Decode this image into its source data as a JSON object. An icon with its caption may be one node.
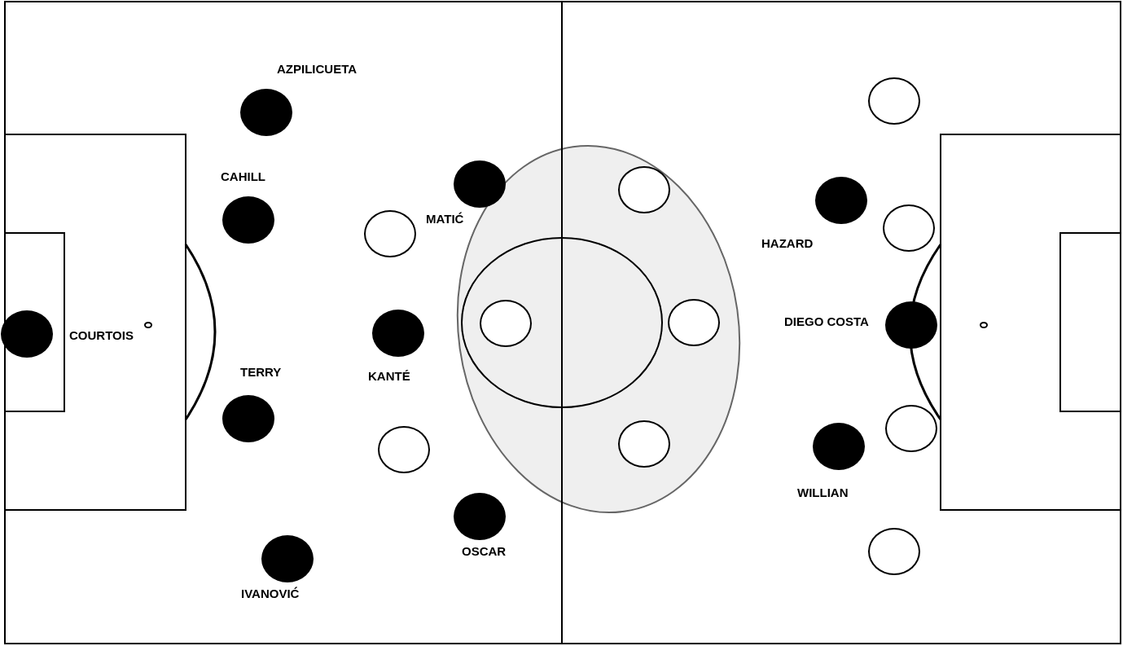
{
  "diagram": {
    "nodes": [
      {
        "text": [],
        "shape": "circle"
      },
      {
        "text": [],
        "shape": "circle",
        "beside": [
          "AZPILICUETA"
        ]
      },
      {
        "text": [],
        "shape": "circle",
        "beside": [
          "MATIĆ"
        ]
      },
      {
        "text": [],
        "shape": "circle"
      },
      {
        "text": [],
        "shape": "circle",
        "beside": [
          "HAZARD"
        ]
      },
      {
        "text": [],
        "shape": "circle",
        "beside": [
          "CAHILL"
        ]
      },
      {
        "text": [],
        "shape": "circle"
      },
      {
        "text": [],
        "shape": "circle"
      },
      {
        "text": [],
        "shape": "circle"
      },
      {
        "text": [],
        "shape": "circle"
      },
      {
        "text": [],
        "shape": "circle",
        "beside": [
          "DIEGO COSTA"
        ]
      },
      {
        "text": [],
        "shape": "circle",
        "beside": [
          "KANTÉ"
        ]
      },
      {
        "text": [],
        "shape": "circle",
        "beside": [
          "COURTOIS"
        ]
      },
      {
        "text": [],
        "shape": "circle",
        "beside": [
          "TERRY"
        ]
      },
      {
        "text": [],
        "shape": "circle"
      },
      {
        "text": [],
        "shape": "circle"
      },
      {
        "text": [],
        "shape": "circle",
        "beside": [
          "WILLIAN"
        ]
      },
      {
        "text": [],
        "shape": "circle"
      },
      {
        "text": [],
        "shape": "circle",
        "beside": [
          "OSCAR"
        ]
      },
      {
        "text": [],
        "shape": "circle",
        "beside": [
          "IVANOVIĆ"
        ]
      },
      {
        "text": [],
        "shape": "circle"
      }
    ],
    "edges": []
  }
}
